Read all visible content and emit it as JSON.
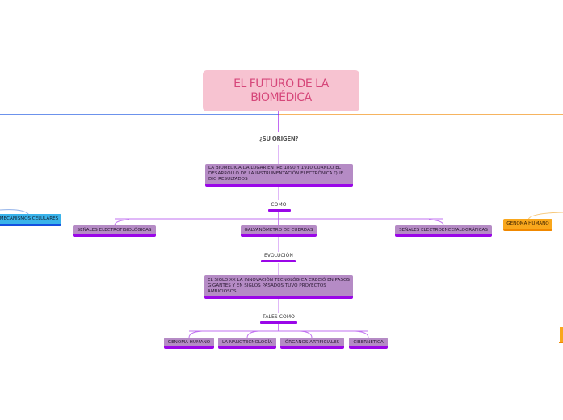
{
  "root": {
    "title_line1": "EL FUTURO DE LA",
    "title_line2": "BIOMÉDICA"
  },
  "origin_label": "¿SU ORIGEN?",
  "main_topic_1": "LA BIOMÉDICA DA LUGAR ENTRE 1890 Y 1910 CUANDO EL DESARROLLO DE LA INSTRUMENTACIÓN ELECTRÓNICA QUE DIO RESULTADOS",
  "connector_1": "COMO",
  "como_items": [
    "SEÑALES ELECTROFISIOLÓGICAS",
    "GALVANÓMETRO DE CUERDAS",
    "SEÑALES ELECTROENCEFALOGRÁFICAS"
  ],
  "connector_2": "EVOLUCIÓN",
  "main_topic_2": "EL SIGLO XX LA INNOVACIÓN TECNOLÓGICA CRECIÓ EN PASOS GIGANTES Y EN SIGLOS PASADOS TUVO PROYECTOS AMBICIOSOS",
  "connector_3": "TALES COMO",
  "tales_items": [
    "GENOMA HUMANO",
    "LA NANOTECNOLOGÍA",
    "ÓRGANOS ARTIFICIALES",
    "CIBERNÉTICA"
  ],
  "left_branch": {
    "label": "MECANISMOS CELULARES",
    "color": "#3ab3ea"
  },
  "right_branch": {
    "label": "GENOMA HUMANO",
    "color": "#f9a71c"
  },
  "colors": {
    "root_bg": "#f7c3d1",
    "root_text": "#d6477a",
    "topic_bg": "#b58bc5",
    "accent_purple": "#9a06e8",
    "line_blue": "#1450e0",
    "line_orange": "#f08800"
  }
}
